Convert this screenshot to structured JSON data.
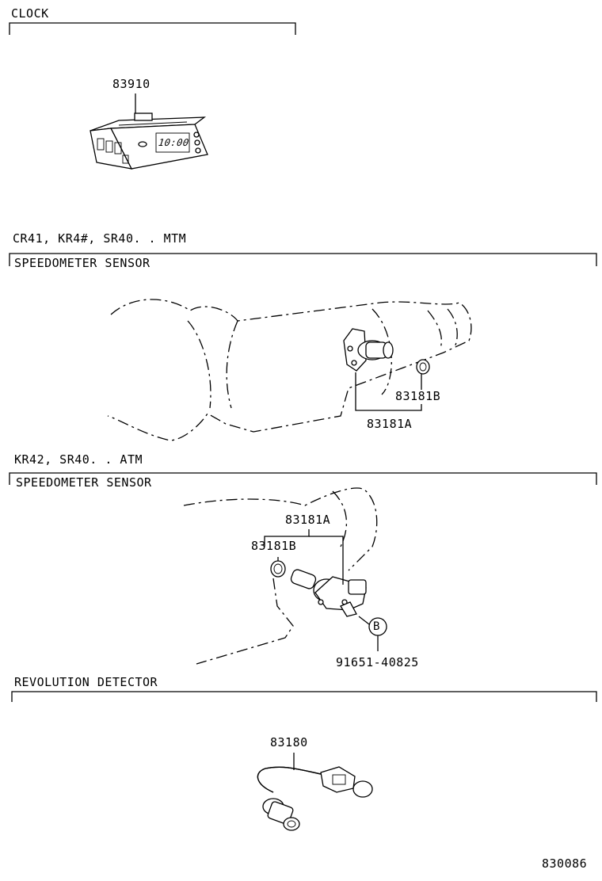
{
  "sections": {
    "clock": {
      "title": "CLOCK",
      "part_no": "83910",
      "display_text": "10:00"
    },
    "speed_mtm": {
      "condition": "CR41, KR4#, SR40. . MTM",
      "title": "SPEEDOMETER SENSOR",
      "part_a": "83181A",
      "part_b": "83181B"
    },
    "speed_atm": {
      "condition": "KR42, SR40. . ATM",
      "title": "SPEEDOMETER SENSOR",
      "part_a": "83181A",
      "part_b": "83181B",
      "callout": "B",
      "bolt_no": "91651-40825"
    },
    "revolution": {
      "title": "REVOLUTION DETECTOR",
      "part_no": "83180"
    }
  },
  "figure_id": "830086"
}
